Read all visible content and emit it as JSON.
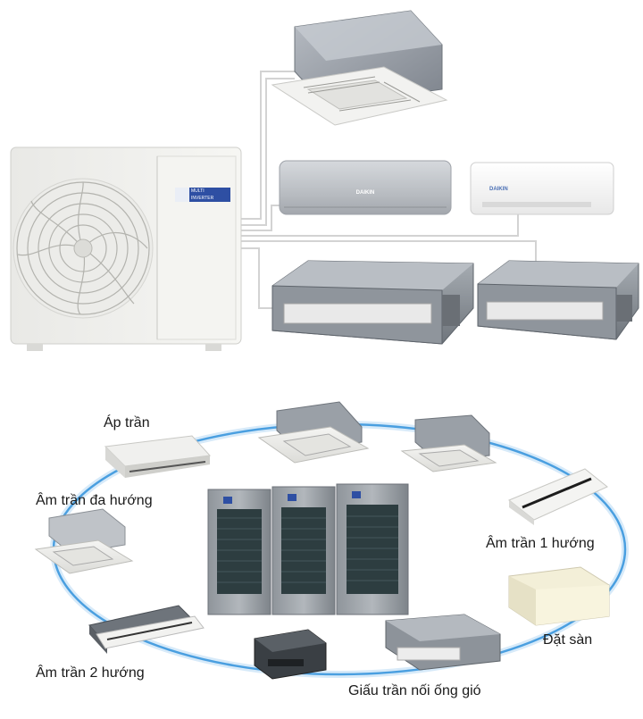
{
  "outdoor_unit": {
    "badge_line1": "MULTI",
    "badge_line2": "INVERTER"
  },
  "brand": "DAIKIN",
  "labels": {
    "ceiling_suspended": "Áp trần",
    "cassette_multi_flow": "Âm trần đa hướng",
    "cassette_one_way": "Âm trần 1 hướng",
    "floor_standing": "Đặt sàn",
    "cassette_two_way": "Âm trần 2 hướng",
    "ducted_concealed": "Giấu trần nối ống gió"
  },
  "colors": {
    "ring": "#5aa9e6",
    "pipe": "#d8d8d8",
    "panel_white": "#f3f3f1",
    "unit_gray": "#8a9099",
    "silver": "#c9ccd0",
    "dark_grill": "#2a3a3c"
  }
}
